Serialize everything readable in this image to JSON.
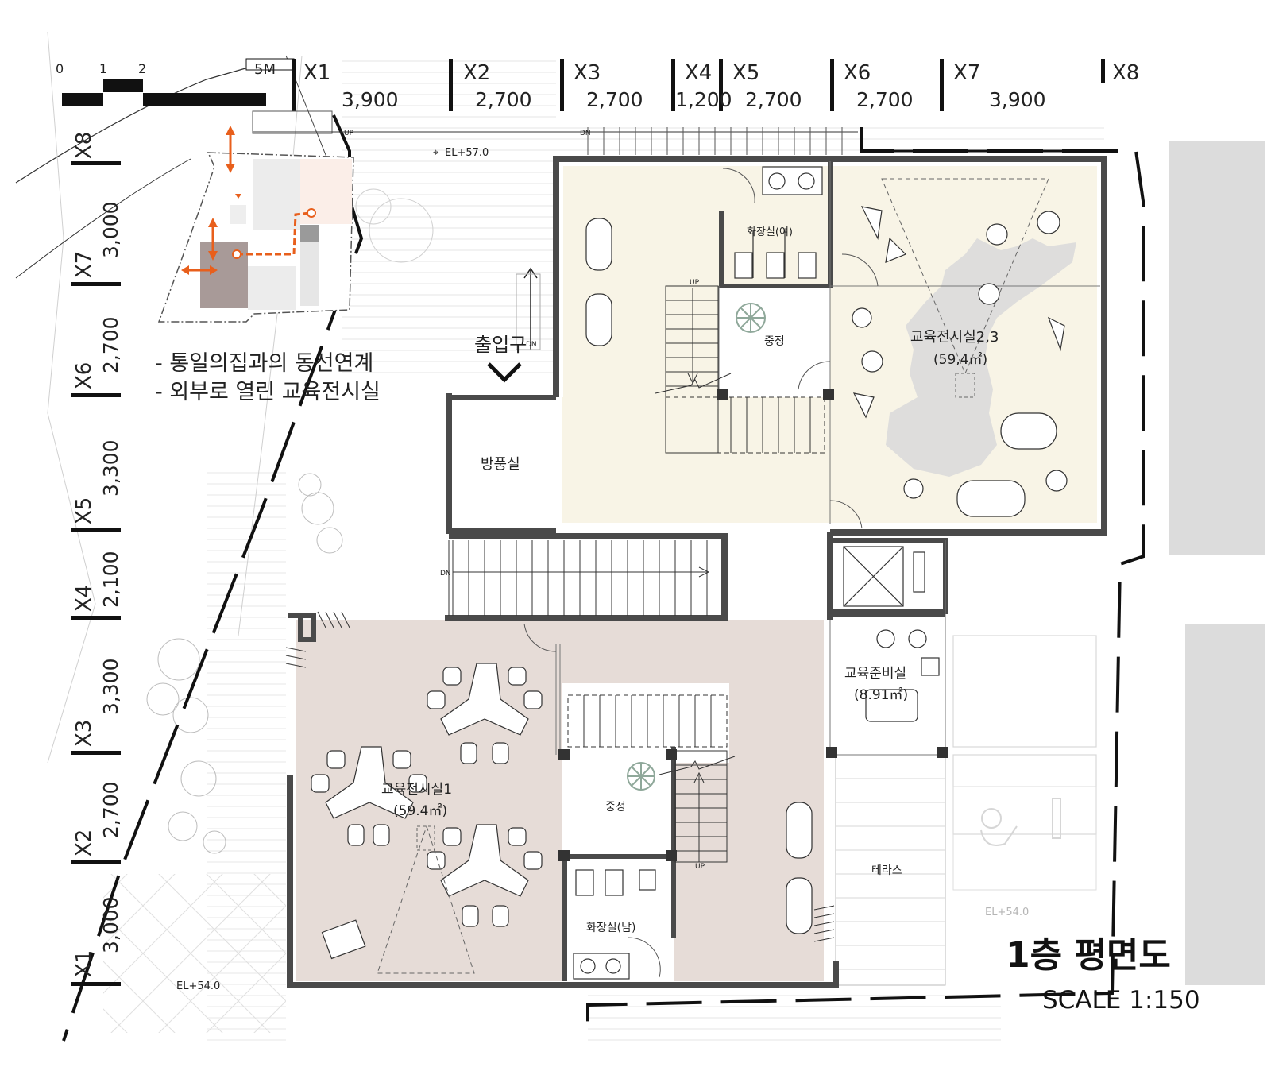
{
  "scale_bar": {
    "ticks": [
      "0",
      "1",
      "2"
    ],
    "end_label": "5M"
  },
  "grid_x": {
    "labels": [
      "X1",
      "X2",
      "X3",
      "X4",
      "X5",
      "X6",
      "X7",
      "X8"
    ],
    "dims": [
      "3,900",
      "2,700",
      "2,700",
      "1,200",
      "2,700",
      "2,700",
      "3,900"
    ]
  },
  "grid_y": {
    "labels": [
      "X8",
      "X7",
      "X6",
      "X5",
      "X4",
      "X3",
      "X2",
      "X1"
    ],
    "dims": [
      "3,000",
      "2,700",
      "3,300",
      "2,100",
      "3,300",
      "2,700",
      "3,000"
    ]
  },
  "levels": {
    "top": "EL+57.0",
    "right": "EL+54.0",
    "bottom_left": "EL+54.0"
  },
  "stairs": {
    "up": "UP",
    "down": "DN"
  },
  "notes": [
    "- 통일의집과의 동선연계",
    "- 외부로 열린 교육전시실"
  ],
  "entrance": "출입구",
  "rooms": {
    "windbreak": "방풍실",
    "toilet_women": "화장실(여)",
    "courtyard_top": "중정",
    "exhibit_23_name": "교육전시실2,3",
    "exhibit_23_area": "(59,4㎡)",
    "prep_name": "교육준비실",
    "prep_area": "(8.91㎡)",
    "exhibit_1_name": "교육전시실1",
    "exhibit_1_area": "(59.4㎡)",
    "courtyard_bottom": "중정",
    "toilet_men": "화장실(남)",
    "terrace": "테라스"
  },
  "title": "1층 평면도",
  "scale": "SCALE   1:150",
  "colors": {
    "wall": "#4a4a4a",
    "upper_floor": "#f8f4e6",
    "lower_floor": "#e6dcd7",
    "arrow": "#e85f1c",
    "parking": "#dcdcdc"
  }
}
